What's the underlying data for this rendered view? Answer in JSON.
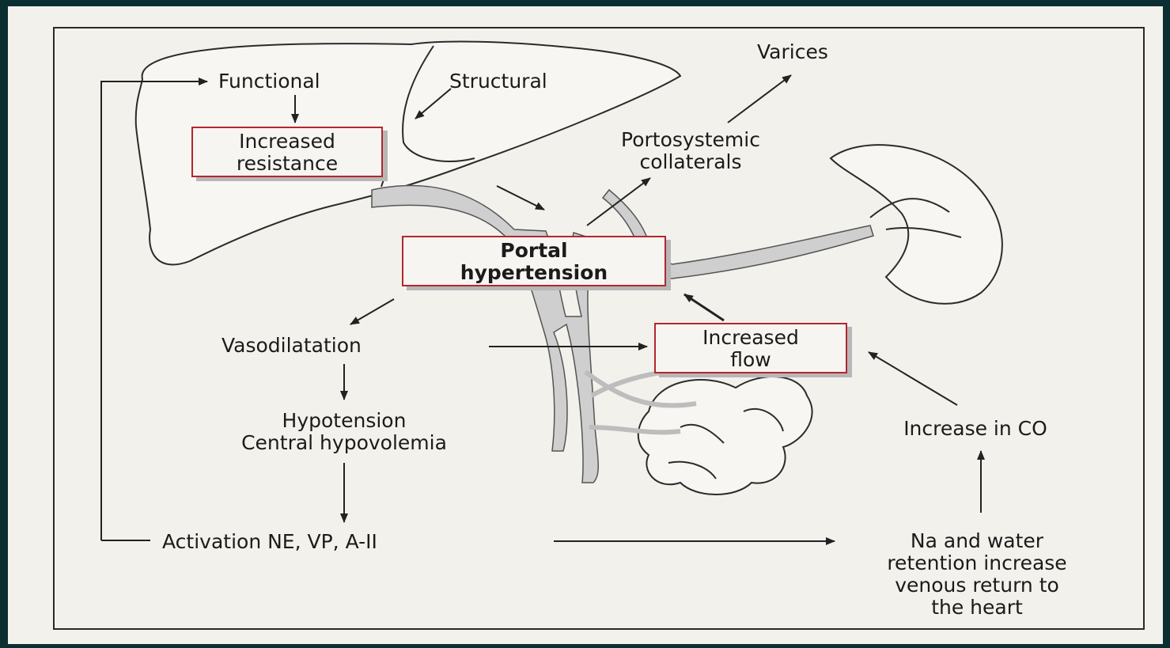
{
  "diagram": {
    "functional": "Functional",
    "structural": "Structural",
    "varices": "Varices",
    "increased_resistance": [
      "Increased",
      "resistance"
    ],
    "portosystemic": [
      "Portosystemic",
      "collaterals"
    ],
    "portal_hypertension": [
      "Portal",
      "hypertension"
    ],
    "vasodilatation": "Vasodilatation",
    "increased_flow": [
      "Increased",
      "flow"
    ],
    "hypotension": [
      "Hypotension",
      "Central hypovolemia"
    ],
    "increase_co": "Increase in CO",
    "activation": "Activation NE, VP, A-II",
    "na_water": [
      "Na and water",
      "retention increase",
      "venous return to",
      "the heart"
    ]
  },
  "colors": {
    "box_border": "#b3262d",
    "text": "#1b1b1b",
    "background": "#0b2f30",
    "paper": "#f3f1ec"
  }
}
